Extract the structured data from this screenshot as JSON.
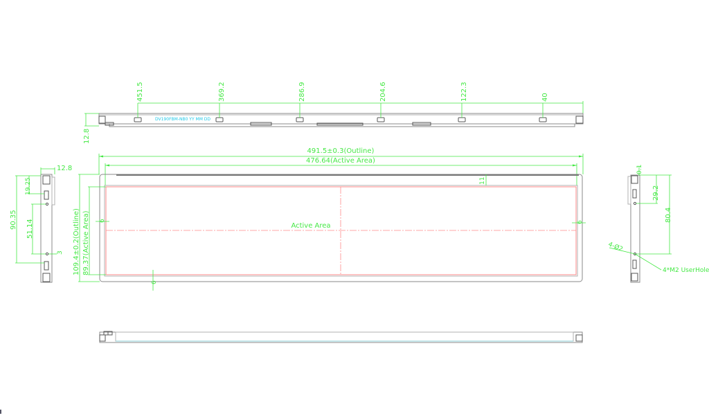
{
  "drawing": {
    "title": "LCD module outline drawing",
    "top_view": {
      "label": "DV190FBM-NB0  YY  MM  DD",
      "height_dim": "12.8",
      "hole_positions": [
        "451.5",
        "369.2",
        "286.9",
        "204.6",
        "122.3",
        "40"
      ]
    },
    "front_view": {
      "outline_width": "491.5±0.3(Outline)",
      "active_width": "476.64(Active Area)",
      "outline_height": "109.4±0.2(Outline)",
      "active_height": "89.37(Active Area)",
      "top_margin": "11",
      "left_margin": "6",
      "right_margin": "6",
      "bottom_margin": "6",
      "center_label": "Active Area"
    },
    "left_view": {
      "depth": "12.8",
      "dim_1": "19.25",
      "dim_2": "90.35",
      "dim_3": "51.14",
      "dim_4": "3"
    },
    "right_view": {
      "dim_top": "0.1",
      "dim_1": "29.2",
      "dim_2": "80.4",
      "hole_dia": "4-Ø2",
      "hole_note": "4*M2 UserHole"
    }
  },
  "colors": {
    "dimension": "#44e844",
    "outline": "#8a8a8a",
    "active_area": "#ff8a8a",
    "label": "#1ec8e8"
  }
}
